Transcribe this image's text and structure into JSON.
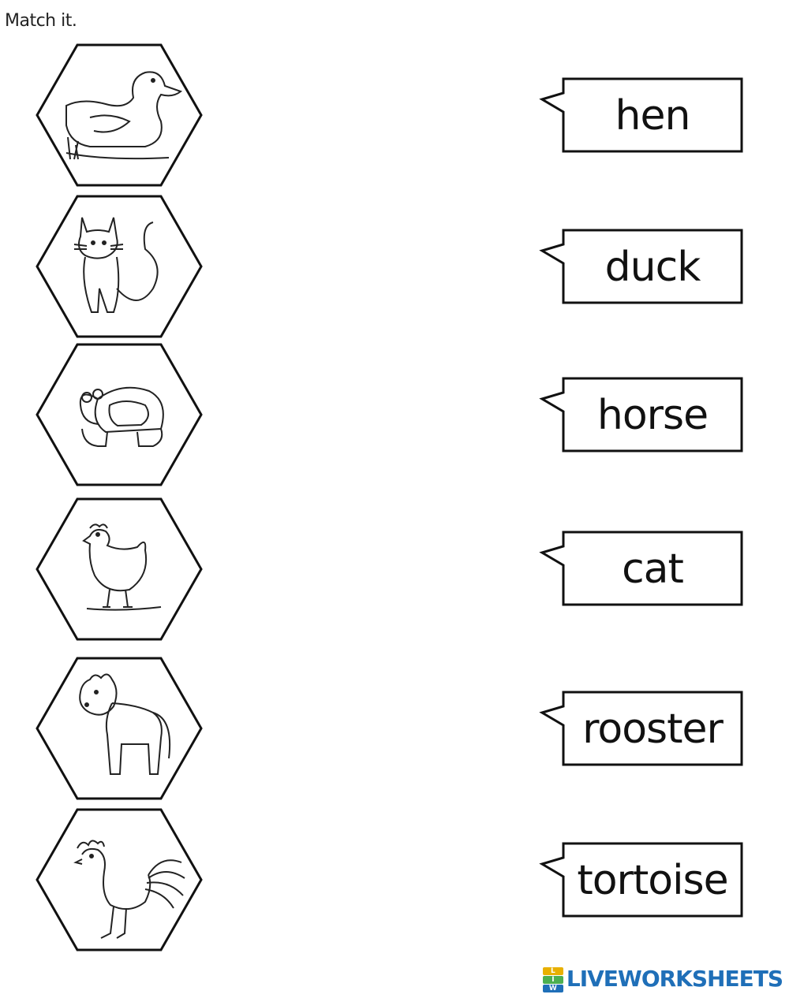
{
  "worksheet": {
    "instruction": "Match it.",
    "pictures": [
      {
        "animal_icon": "duck-icon"
      },
      {
        "animal_icon": "cat-icon"
      },
      {
        "animal_icon": "tortoise-icon"
      },
      {
        "animal_icon": "hen-icon"
      },
      {
        "animal_icon": "horse-icon"
      },
      {
        "animal_icon": "rooster-icon"
      }
    ],
    "words": [
      "hen",
      "duck",
      "horse",
      "cat",
      "rooster",
      "tortoise"
    ]
  },
  "brand": {
    "name": "LIVEWORKSHEETS",
    "color": "#1f6fb8",
    "icon_colors": [
      "#e8b000",
      "#4caf50",
      "#1f6fb8"
    ],
    "icon_letters": [
      "L",
      "I",
      "W"
    ]
  }
}
